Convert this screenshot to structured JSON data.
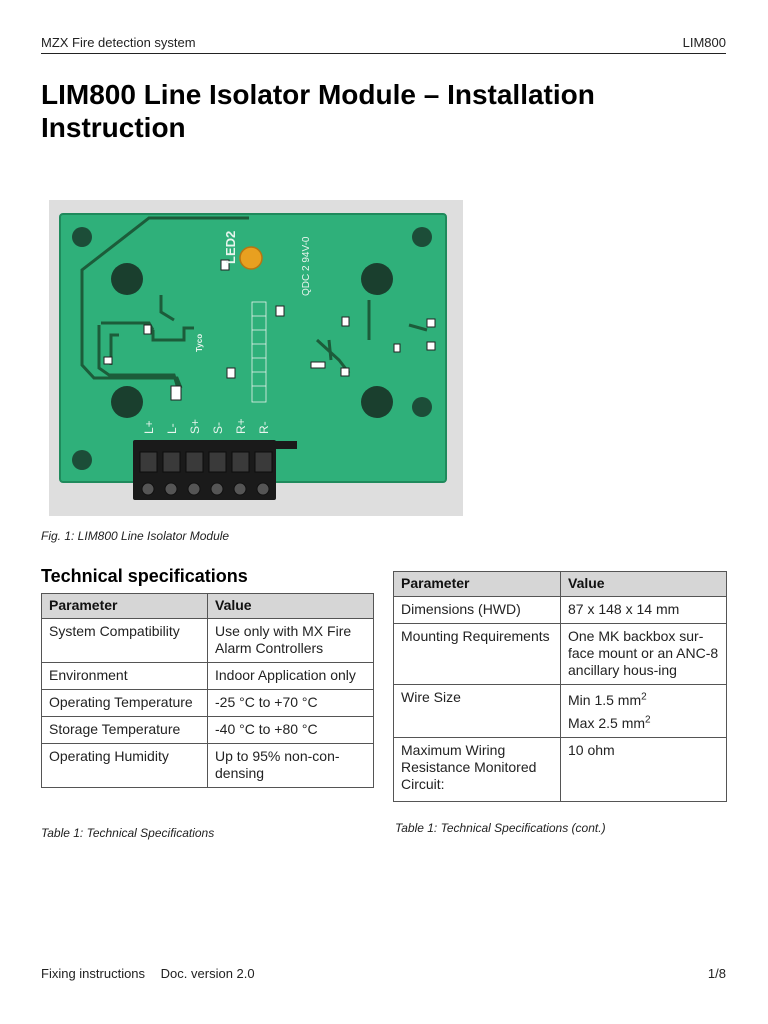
{
  "header": {
    "left": "MZX Fire detection system",
    "right": "LIM800"
  },
  "title": "LIM800 Line Isolator Module – Installation Instruction",
  "figure": {
    "caption": "Fig. 1: LIM800 Line Isolator Module",
    "terminal_labels": [
      "L+",
      "L-",
      "S+",
      "S-",
      "R+",
      "R-"
    ],
    "board_marking_1": "LED2",
    "board_marking_2": "QDC 2 94V-0",
    "board_marking_3": "Tyco",
    "colors": {
      "board": "#2fb07a",
      "trace": "#1c5c3a",
      "terminal": "#1a1a1a",
      "led": "#e8a020",
      "background": "#dedede"
    }
  },
  "section_heading": "Technical specifications",
  "left_table": {
    "headers": [
      "Parameter",
      "Value"
    ],
    "rows": [
      [
        "System Compatibility",
        "Use only with MX Fire Alarm Controllers"
      ],
      [
        "Environment",
        "Indoor Application only"
      ],
      [
        "Operating Temperature",
        "-25 °C to +70 °C"
      ],
      [
        "Storage Temperature",
        "-40 °C to +80 °C"
      ],
      [
        "Operating Humidity",
        "Up to 95% non-con-densing"
      ]
    ],
    "caption": "Table 1: Technical Specifications"
  },
  "right_table": {
    "headers": [
      "Parameter",
      "Value"
    ],
    "rows": [
      {
        "param": "Dimensions (HWD)",
        "value": "87 x 148 x 14 mm"
      },
      {
        "param": "Mounting Requirements",
        "value": "One MK backbox sur-face mount or an ANC-8 ancillary hous-ing"
      },
      {
        "param": "Wire Size",
        "value_min": "Min 1.5 mm",
        "value_max": "Max 2.5 mm",
        "exponent": "2"
      },
      {
        "param": "Maximum Wiring Resistance Monitored Circuit:",
        "value": "10 ohm"
      }
    ],
    "caption": "Table 1: Technical Specifications (cont.)"
  },
  "footer": {
    "section": "Fixing instructions",
    "doc_version": "Doc. version 2.0",
    "page": "1/8"
  }
}
